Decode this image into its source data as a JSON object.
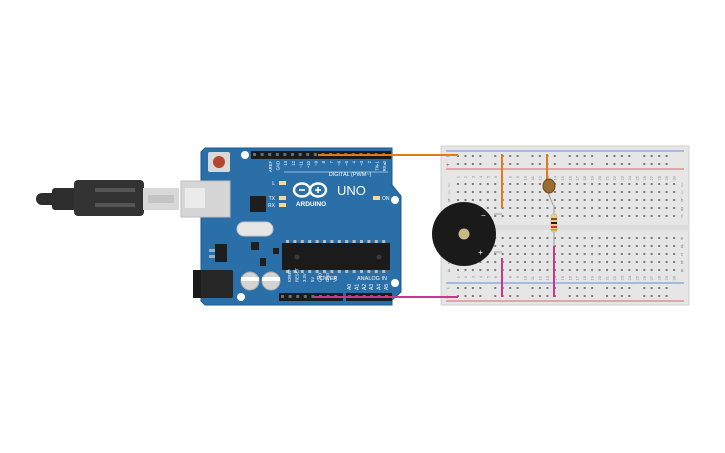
{
  "board": {
    "brand": "ARDUINO",
    "model": "UNO",
    "digital_label": "DIGITAL (PWM~)",
    "power_label": "POWER",
    "analog_label": "ANALOG IN",
    "tx_label": "TX",
    "rx_label": "RX",
    "l_label": "L",
    "on_label": "ON",
    "top_pins": [
      "AREF",
      "GND",
      "13",
      "12",
      "~11",
      "~10",
      "~9",
      "8",
      "7",
      "~6",
      "~5",
      "4",
      "~3",
      "2",
      "TX▸1",
      "RX◂0"
    ],
    "power_pins": [
      "IOREF",
      "RESET",
      "3.3V",
      "5V",
      "GND",
      "GND",
      "Vin"
    ],
    "analog_pins": [
      "A0",
      "A1",
      "A2",
      "A3",
      "A4",
      "A5"
    ]
  },
  "breadboard": {
    "columns": 30,
    "row_letters_top": [
      "j",
      "i",
      "h",
      "g",
      "f"
    ],
    "row_letters_bottom": [
      "e",
      "d",
      "c",
      "b",
      "a"
    ],
    "rail_plus": "+",
    "rail_minus": "−"
  },
  "components": {
    "buzzer_minus": "−",
    "buzzer_plus": "+"
  },
  "colors": {
    "board": "#2a6fa8",
    "board_edge": "#1f5a8c",
    "breadboard": "#e6e6e6",
    "wire_orange": "#e07b1a",
    "wire_magenta": "#c9378e",
    "rail_red": "#d83a3a",
    "rail_blue": "#3a6fd8",
    "cable": "#2d2d2d"
  }
}
